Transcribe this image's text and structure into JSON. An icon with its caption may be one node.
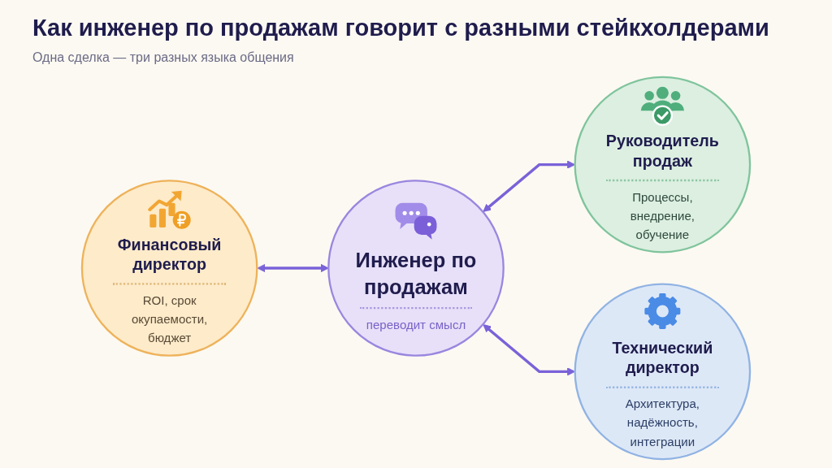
{
  "diagram": {
    "title": "Как инженер по продажам говорит с разными стейкхолдерами",
    "nodes": [
      {
        "text": [
          "Финансовый директор",
          "ROI, срок окупаемости, бюджет"
        ]
      },
      {
        "text": [
          "Инженер по продажам",
          "переводит смысл"
        ]
      },
      {
        "text": [
          "Руководитель продаж",
          "Процессы, внедрение, обучение"
        ]
      },
      {
        "text": [
          "Технический директор",
          "Архитектура, надёжность, интеграции"
        ]
      }
    ],
    "edges": [
      {
        "from": 0,
        "to": 1,
        "arrow": "both"
      },
      {
        "from": 1,
        "to": 2,
        "arrow": "both"
      },
      {
        "from": 1,
        "to": 3,
        "arrow": "both"
      }
    ],
    "labels": [
      "Одна сделка — три разных языка общения"
    ]
  }
}
